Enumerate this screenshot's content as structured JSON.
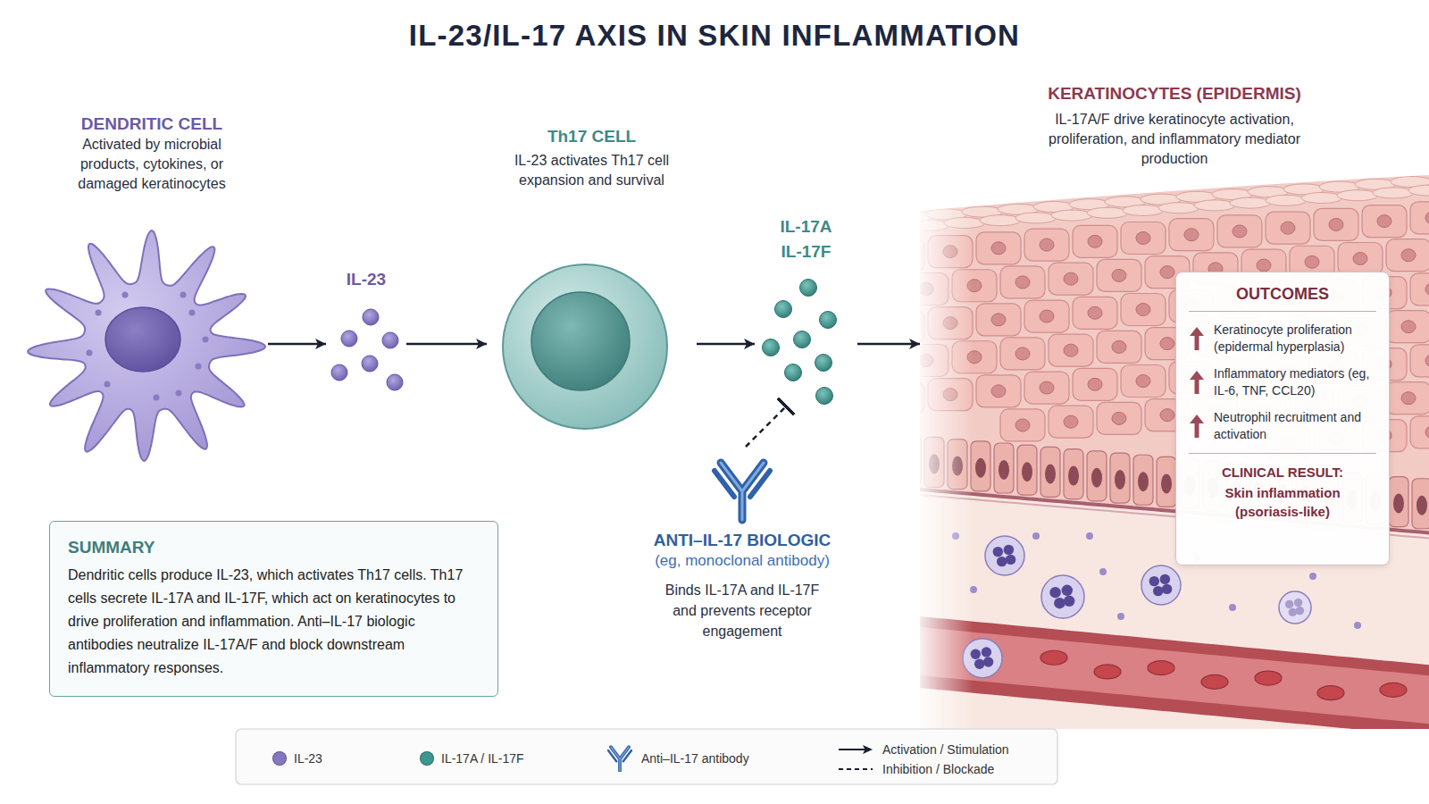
{
  "diagram": {
    "title": "IL-23/IL-17 AXIS IN SKIN INFLAMMATION",
    "nodes": [
      {
        "text": [
          "DENDRITIC CELL",
          "Activated by microbial products, cytokines, or damaged keratinocytes"
        ]
      },
      {
        "text": [
          "IL-23"
        ]
      },
      {
        "text": [
          "Th17 CELL",
          "IL-23 activates Th17 cell expansion and survival"
        ]
      },
      {
        "text": [
          "IL-17A IL-17F"
        ]
      },
      {
        "text": [
          "KERATINOCYTES (EPIDERMIS)",
          "IL-17A/F drive keratinocyte activation, proliferation, and inflammatory mediator production"
        ]
      },
      {
        "text": [
          "OUTCOMES",
          "Keratinocyte proliferation (epidermal hyperplasia)",
          "Inflammatory mediators (eg, IL-6, TNF, CCL20)",
          "Neutrophil recruitment and activation",
          "CLINICAL RESULT:",
          "Skin inflammation (psoriasis-like)"
        ],
        "in": 4
      },
      {
        "text": [
          "ANTI–IL-17 BIOLOGIC",
          "(eg, monoclonal antibody)",
          "Binds IL-17A and IL-17F and prevents receptor engagement"
        ]
      },
      {
        "text": [
          "SUMMARY",
          "Dendritic cells produce IL-23, which activates Th17 cells. Th17 cells secrete IL-17A and IL-17F, which act on keratinocytes to drive proliferation and inflammation. Anti–IL-17 biologic antibodies neutralize IL-17A/F and block downstream inflammatory responses."
        ]
      }
    ],
    "edges": [
      {
        "from": 0,
        "to": 1,
        "arrow": "to"
      },
      {
        "from": 1,
        "to": 2,
        "arrow": "to"
      },
      {
        "from": 2,
        "to": 3,
        "arrow": "to"
      },
      {
        "from": 3,
        "to": 4,
        "arrow": "to"
      },
      {
        "from": 6,
        "to": 3,
        "arrow": "to"
      }
    ],
    "legend": [
      {
        "text": "IL-23",
        "color": "#8677c0"
      },
      {
        "text": "IL-17A / IL-17F",
        "color": "#3f9690"
      },
      {
        "text": "Anti–IL-17 antibody"
      },
      {
        "text": "Activation / Stimulation"
      },
      {
        "text": "Inhibition / Blockade"
      }
    ]
  }
}
